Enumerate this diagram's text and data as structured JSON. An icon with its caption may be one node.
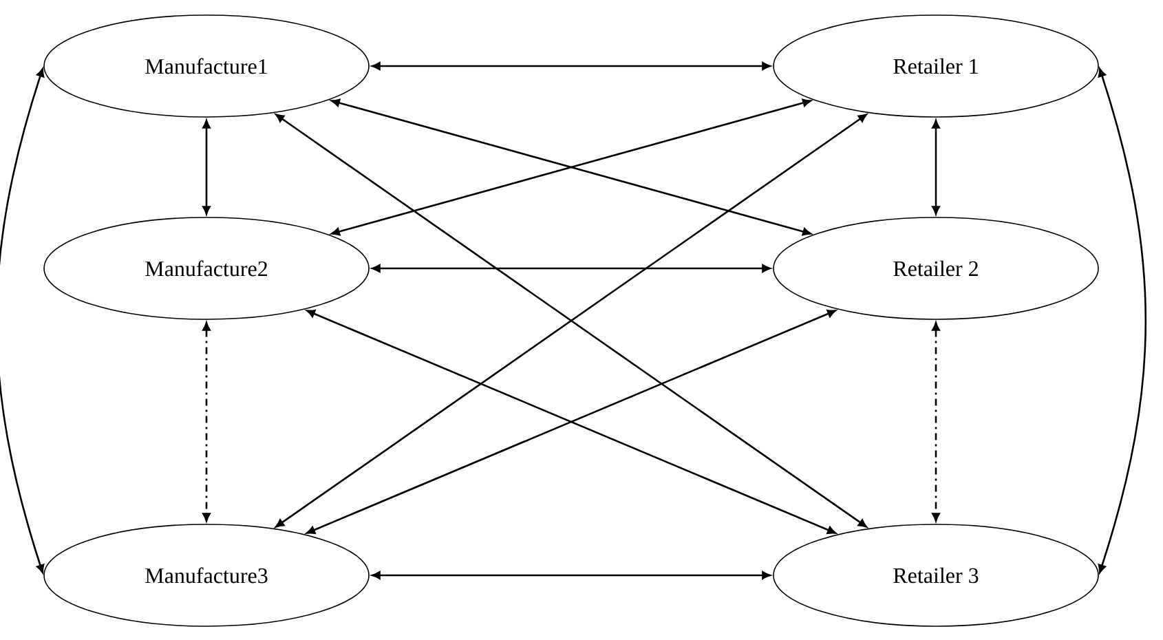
{
  "diagram": {
    "nodes": [
      {
        "text": [
          "Manufacture1"
        ]
      },
      {
        "text": [
          "Retailer 1"
        ]
      },
      {
        "text": [
          "Manufacture2"
        ]
      },
      {
        "text": [
          "Retailer 2"
        ]
      },
      {
        "text": [
          "Manufacture3"
        ]
      },
      {
        "text": [
          "Retailer 3"
        ]
      }
    ],
    "edges": [
      {
        "from": 0,
        "to": 1,
        "arrow": "both"
      },
      {
        "from": 0,
        "to": 2,
        "arrow": "both"
      },
      {
        "from": 0,
        "to": 3,
        "arrow": "both"
      },
      {
        "from": 0,
        "to": 5,
        "arrow": "both"
      },
      {
        "from": 0,
        "to": 4,
        "arrow": "both"
      },
      {
        "from": 1,
        "to": 2,
        "arrow": "both"
      },
      {
        "from": 1,
        "to": 4,
        "arrow": "both"
      },
      {
        "from": 1,
        "to": 3,
        "arrow": "both"
      },
      {
        "from": 1,
        "to": 5,
        "arrow": "both"
      },
      {
        "from": 2,
        "to": 3,
        "arrow": "both"
      },
      {
        "from": 2,
        "to": 5,
        "arrow": "both"
      },
      {
        "from": 2,
        "to": 4,
        "arrow": "both",
        "style": "dashed"
      },
      {
        "from": 3,
        "to": 4,
        "arrow": "both"
      },
      {
        "from": 3,
        "to": 5,
        "arrow": "both",
        "style": "dashed"
      },
      {
        "from": 4,
        "to": 5,
        "arrow": "both"
      }
    ]
  }
}
